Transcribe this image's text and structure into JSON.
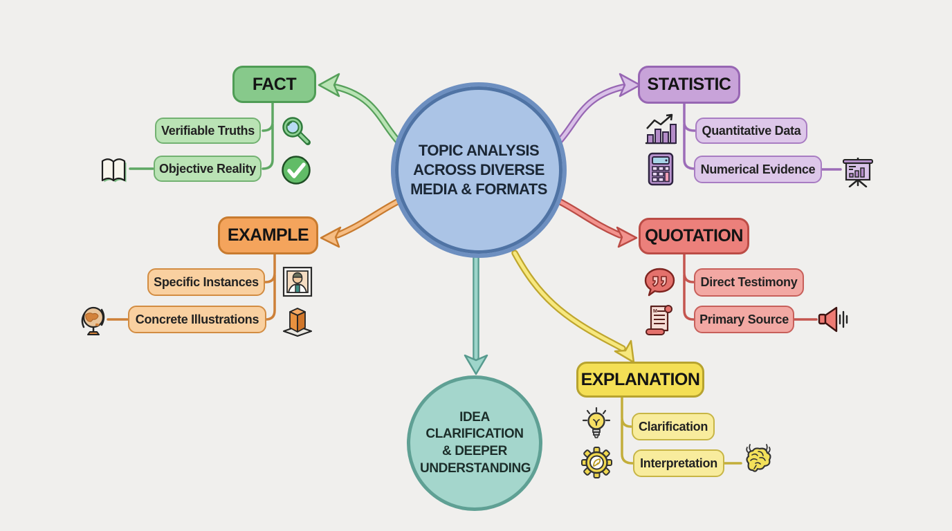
{
  "title": "Topic analysis mind map",
  "background_color": "#f0efed",
  "center": {
    "label": "TOPIC ANALYSIS ACROSS DIVERSE MEDIA & FORMATS",
    "fill": "#abc4e6",
    "border": "#4f73a4"
  },
  "outcome": {
    "label": "IDEA CLARIFICATION & DEEPER UNDERSTANDING",
    "fill": "#a4d6cc",
    "border": "#5fa094"
  },
  "branches": [
    {
      "label": "FACT",
      "fill": "#87c98b",
      "border": "#4f9c55",
      "sub_fill": "#bae3b5",
      "sub_border": "#72b171",
      "children": [
        {
          "label": "Verifiable Truths",
          "icon_right": "magnifier-icon"
        },
        {
          "label": "Objective Reality",
          "icon_left": "open-book-icon",
          "icon_right": "check-circle-icon"
        }
      ]
    },
    {
      "label": "STATISTIC",
      "fill": "#c8a3d9",
      "border": "#9766b3",
      "sub_fill": "#ddc7e9",
      "sub_border": "#a87cc2",
      "children": [
        {
          "label": "Quantitative Data",
          "icon_left": "bar-chart-growth-icon"
        },
        {
          "label": "Numerical Evidence",
          "icon_left": "calculator-icon",
          "icon_right": "presentation-chart-icon"
        }
      ]
    },
    {
      "label": "EXAMPLE",
      "fill": "#f4a45c",
      "border": "#c87b2f",
      "sub_fill": "#f9d0a0",
      "sub_border": "#d28c42",
      "children": [
        {
          "label": "Specific Instances",
          "icon_right": "portrait-photo-icon"
        },
        {
          "label": "Concrete Illustrations",
          "icon_left": "desk-globe-icon",
          "icon_right": "cube-model-icon"
        }
      ]
    },
    {
      "label": "QUOTATION",
      "fill": "#ec807b",
      "border": "#bb4c46",
      "sub_fill": "#f2a8a3",
      "sub_border": "#c75f5a",
      "children": [
        {
          "label": "Direct Testimony",
          "icon_left": "quote-bubble-icon"
        },
        {
          "label": "Primary Source",
          "icon_left": "scroll-icon",
          "icon_right": "speaker-icon"
        }
      ]
    },
    {
      "label": "EXPLANATION",
      "fill": "#f4df55",
      "border": "#b7a32f",
      "sub_fill": "#f8ec9d",
      "sub_border": "#c7b545",
      "children": [
        {
          "label": "Clarification",
          "icon_left": "lightbulb-icon"
        },
        {
          "label": "Interpretation",
          "icon_left": "gear-leaf-icon",
          "icon_right": "brain-waves-icon"
        }
      ]
    }
  ]
}
